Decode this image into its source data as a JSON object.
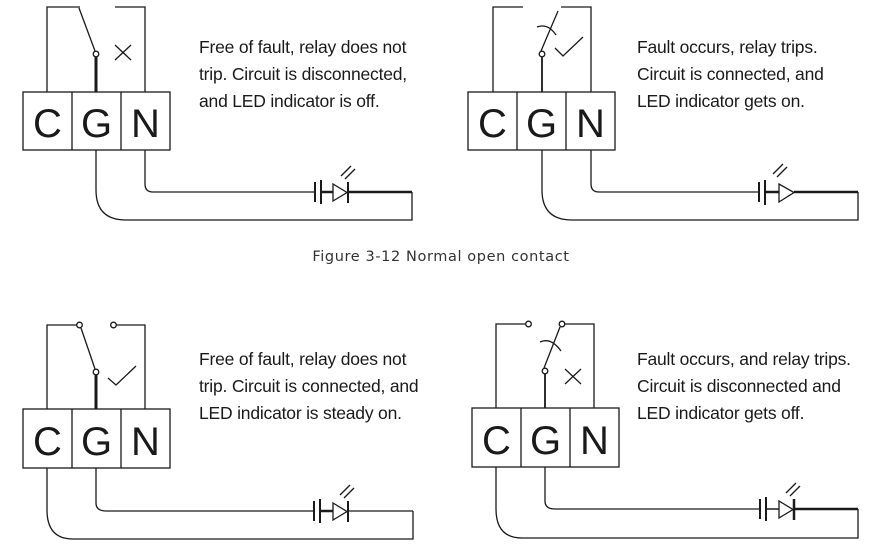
{
  "figure": {
    "caption": "Figure 3-12 Normal open contact",
    "line_color": "#1a1a1a",
    "background": "#ffffff"
  },
  "panels": [
    {
      "id": "top-left",
      "terminals": [
        "C",
        "G",
        "N"
      ],
      "contact": "normally open, switch open",
      "state_mark": "cross",
      "led": "off",
      "description": "Free of fault, relay does not\ntrip. Circuit is disconnected,\nand LED indicator is off."
    },
    {
      "id": "top-right",
      "terminals": [
        "C",
        "G",
        "N"
      ],
      "contact": "normally open, switch closed (tripped)",
      "state_mark": "check",
      "led": "on",
      "description": "Fault occurs, relay trips.\nCircuit is connected, and\nLED indicator gets on."
    },
    {
      "id": "bottom-left",
      "terminals": [
        "C",
        "G",
        "N"
      ],
      "contact": "changeover, switch on C side",
      "state_mark": "check",
      "led": "steady on",
      "description": "Free of fault, relay does not\ntrip. Circuit is connected, and\nLED indicator is steady on."
    },
    {
      "id": "bottom-right",
      "terminals": [
        "C",
        "G",
        "N"
      ],
      "contact": "changeover, switch on N side (tripped)",
      "state_mark": "cross",
      "led": "off",
      "description": "Fault occurs, and relay trips.\nCircuit is disconnected and\nLED indicator gets off."
    }
  ]
}
